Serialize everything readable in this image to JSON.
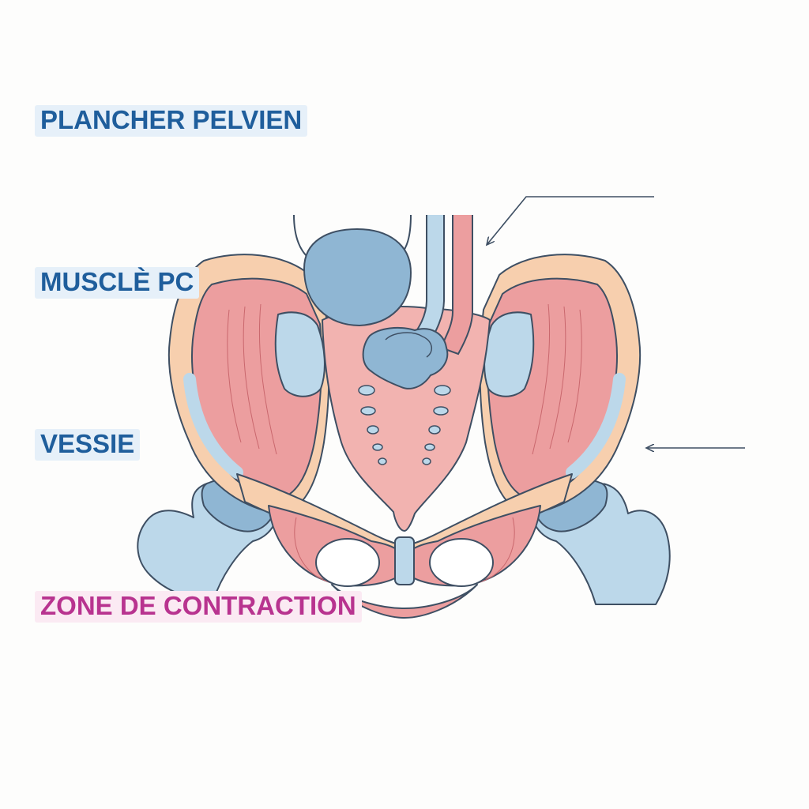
{
  "labels": {
    "plancher_pelvien": "PLANCHER PELVIEN",
    "muscle_pc": "MUSCLÈ PC",
    "vessie": "VESSIE",
    "zone_contraction": "ZONE DE CONTRACTION"
  },
  "colors": {
    "label_blue_text": "#1f5e9c",
    "label_blue_bg": "#e6f0f9",
    "label_magenta_text": "#b8338f",
    "label_magenta_bg": "#fbeaf3",
    "muscle_pink": "#ec9e9f",
    "muscle_inner": "#f2b3b0",
    "bone_peach": "#f7cfae",
    "bone_blue": "#bcd8ea",
    "organ_blue": "#8fb6d3",
    "outline": "#3e4f63"
  }
}
